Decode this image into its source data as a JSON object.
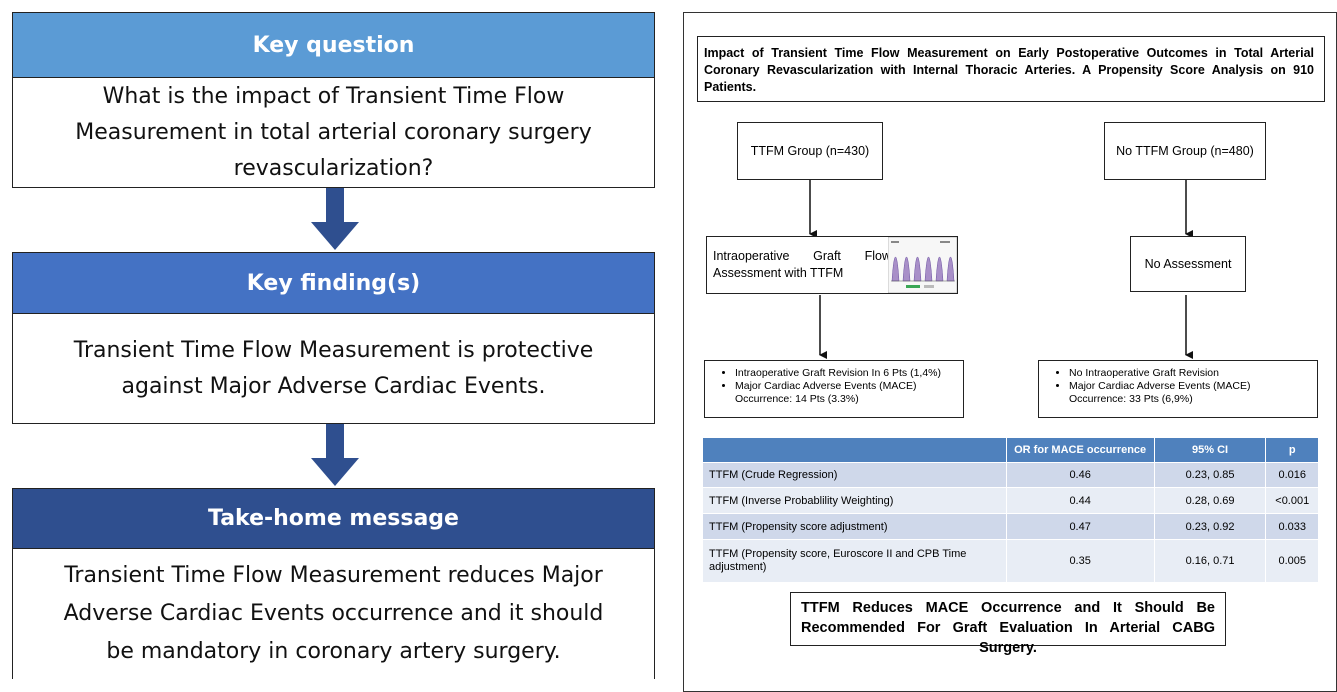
{
  "left": {
    "blocks": [
      {
        "header": "Key question",
        "header_color": "#5b9bd5",
        "body": "What is the impact of Transient Time Flow Measurement in total arterial coronary surgery revascularization?"
      },
      {
        "header": "Key finding(s)",
        "header_color": "#4472c4",
        "body": "Transient Time Flow Measurement is protective against Major Adverse Cardiac Events."
      },
      {
        "header": "Take-home message",
        "header_color": "#2f4f8f",
        "body": "Transient Time Flow Measurement reduces Major Adverse Cardiac Events occurrence and it should be mandatory in coronary artery surgery."
      }
    ],
    "arrow_color": "#2f4f8f"
  },
  "right": {
    "title": "Impact of Transient Time Flow Measurement on Early Postoperative Outcomes in Total Arterial Coronary Revascularization with Internal Thoracic Arteries. A Propensity Score Analysis on 910 Patients.",
    "groups": {
      "ttfm": "TTFM Group (n=430)",
      "no_ttfm": "No TTFM Group  (n=480)"
    },
    "assessment": {
      "ttfm": "Intraoperative  Graft  Flow Assessment with TTFM",
      "no_ttfm": "No Assessment"
    },
    "outcomes": {
      "ttfm": [
        "Intraoperative Graft Revision In 6 Pts (1,4%)",
        "Major Cardiac Adverse Events (MACE) Occurrence: 14 Pts (3.3%)"
      ],
      "no_ttfm": [
        "No Intraoperative Graft Revision",
        "Major Cardiac Adverse Events (MACE) Occurrence: 33 Pts (6,9%)"
      ]
    },
    "table": {
      "headers": [
        "",
        "OR for MACE occurrence",
        "95% CI",
        "p"
      ],
      "rows": [
        [
          "TTFM (Crude Regression)",
          "0.46",
          "0.23, 0.85",
          "0.016"
        ],
        [
          "TTFM (Inverse Probablility Weighting)",
          "0.44",
          "0.28, 0.69",
          "<0.001"
        ],
        [
          "TTFM (Propensity score adjustment)",
          "0.47",
          "0.23, 0.92",
          "0.033"
        ],
        [
          "TTFM (Propensity score, Euroscore II and CPB Time adjustment)",
          "0.35",
          "0.16, 0.71",
          "0.005"
        ]
      ]
    },
    "conclusion": "TTFM Reduces MACE Occurrence and It Should Be Recommended For Graft Evaluation In Arterial CABG Surgery."
  }
}
